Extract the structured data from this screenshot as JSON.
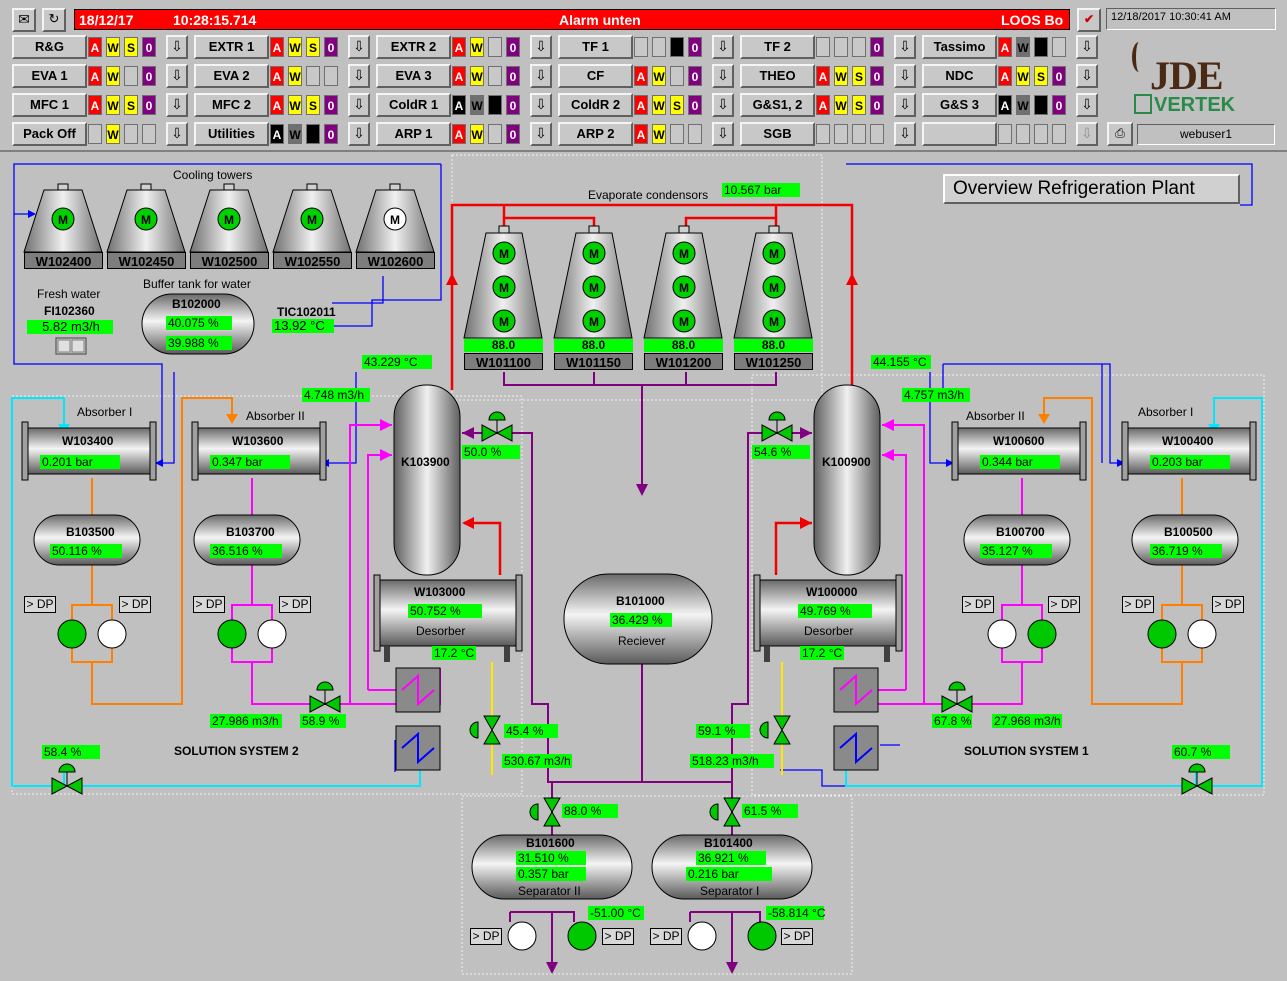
{
  "header": {
    "date": "18/12/17",
    "time": "10:28:15.714",
    "alarm_text": "Alarm unten",
    "alarm_source": "LOOS Bo",
    "clock": "12/18/2017 10:30:41 AM",
    "user": "webuser1",
    "icons": [
      "app-icon",
      "window-icon",
      "acknowledge-icon",
      "print-icon"
    ]
  },
  "groups": [
    [
      {
        "name": "R&G",
        "lamps": "AWSO"
      },
      {
        "name": "EXTR 1",
        "lamps": "AWSO"
      },
      {
        "name": "EXTR 2",
        "lamps": "AW_O"
      },
      {
        "name": "TF 1",
        "lamps": "__AO"
      },
      {
        "name": "TF 2",
        "lamps": "___O"
      },
      {
        "name": "Tassimo",
        "lamps": "AWA_"
      }
    ],
    [
      {
        "name": "EVA 1",
        "lamps": "AW_O"
      },
      {
        "name": "EVA 2",
        "lamps": "AW__"
      },
      {
        "name": "EVA 3",
        "lamps": "AW_O"
      },
      {
        "name": "CF",
        "lamps": "AW_O"
      },
      {
        "name": "THEO",
        "lamps": "AWSO"
      },
      {
        "name": "NDC",
        "lamps": "AWSO"
      }
    ],
    [
      {
        "name": "MFC 1",
        "lamps": "AWSO"
      },
      {
        "name": "MFC 2",
        "lamps": "AWSO"
      },
      {
        "name": "ColdR 1",
        "lamps": "AWAO"
      },
      {
        "name": "ColdR 2",
        "lamps": "AWSO"
      },
      {
        "name": "G&S1, 2",
        "lamps": "AWSO"
      },
      {
        "name": "G&S 3",
        "lamps": "AWAO"
      }
    ],
    [
      {
        "name": "Pack Off",
        "lamps": "_W__"
      },
      {
        "name": "Utilities",
        "lamps": "AWAO"
      },
      {
        "name": "ARP 1",
        "lamps": "AW_O"
      },
      {
        "name": "ARP 2",
        "lamps": "AW__"
      },
      {
        "name": "SGB",
        "lamps": "____"
      }
    ]
  ],
  "lamp_letters": {
    "A": "A",
    "W": "W",
    "S": "S",
    "O": "0"
  },
  "logo": {
    "brand": "JDE",
    "sub": "VERTEK"
  },
  "title": "Overview Refrigeration Plant",
  "labels": {
    "cooling_towers": "Cooling towers",
    "evap_condensors": "Evaporate condensors",
    "fresh_water": "Fresh water",
    "buffer_tank": "Buffer tank for water",
    "absorber1": "Absorber I",
    "absorber2": "Absorber II",
    "desorber": "Desorber",
    "reciever": "Reciever",
    "sep1": "Separator I",
    "sep2": "Separator II",
    "sol1": "SOLUTION SYSTEM 1",
    "sol2": "SOLUTION SYSTEM 2",
    "dp": "> DP",
    "motor": "M"
  },
  "cooling_towers": [
    "W102400",
    "W102450",
    "W102500",
    "W102550",
    "W102600"
  ],
  "evap_condensors": [
    {
      "tag": "W101100",
      "value": "88.0"
    },
    {
      "tag": "W101150",
      "value": "88.0"
    },
    {
      "tag": "W101200",
      "value": "88.0"
    },
    {
      "tag": "W101250",
      "value": "88.0"
    }
  ],
  "tags": {
    "fi102360": "FI102360",
    "fi102360_val": "5.82 m3/h",
    "b102000": "B102000",
    "b102000_v1": "40.075  %",
    "b102000_v2": "39.988  %",
    "tic102011": "TIC102011",
    "tic102011_val": "13.92 °C",
    "cond_pressure": "10.567 bar",
    "t_left": "43.229 °C",
    "t_right": "44.155 °C",
    "flow_left": "4.748  m3/h",
    "flow_right": "4.757  m3/h",
    "w103400": "W103400",
    "w103400_val": "0.201  bar",
    "w103600": "W103600",
    "w103600_val": "0.347  bar",
    "w100600": "W100600",
    "w100600_val": "0.344  bar",
    "w100400": "W100400",
    "w100400_val": "0.203  bar",
    "k103900": "K103900",
    "k100900": "K100900",
    "valve_k1039": "50.0   %",
    "valve_k1009": "54.6   %",
    "b103500": "B103500",
    "b103500_val": "50.116  %",
    "b103700": "B103700",
    "b103700_val": "36.516  %",
    "b100700": "B100700",
    "b100700_val": "35.127  %",
    "b100500": "B100500",
    "b100500_val": "36.719  %",
    "w103000": "W103000",
    "w103000_val": "50.752 %",
    "w100000": "W100000",
    "w100000_val": "49.769 %",
    "b101000": "B101000",
    "b101000_val": "36.429 %",
    "t_des_left": "17.2 °C",
    "t_des_right": "17.2 °C",
    "flow_sol2": "27.986 m3/h",
    "valve_sol2": "58.9 %",
    "flow_sol1": "27.968 m3/h",
    "valve_sol1": "67.8 %",
    "valve_cw2": "58.4    %",
    "valve_cw1": "60.7    %",
    "valve_left2": "45.4    %",
    "flow_left2": "530.67 m3/h",
    "valve_right2": "59.1    %",
    "flow_right2": "518.23   m3/h",
    "valve_sep2": "88.0    %",
    "valve_sep1": "61.5    %",
    "b101600": "B101600",
    "b101600_v1": "31.510 %",
    "b101600_v2": "0.357   bar",
    "b101400": "B101400",
    "b101400_v1": "36.921 %",
    "b101400_v2": "0.216   bar",
    "t_sep2": "-51.00 °C",
    "t_sep1": "-58.814 °C"
  },
  "colors": {
    "alarm": "#ff0000",
    "value_bg": "#00ff00",
    "ammonia_hot": "#ff0000",
    "solution": "#ff00ff",
    "purple": "#800080",
    "orange": "#ff8000",
    "water": "#00ffff",
    "cooling": "#0000ff",
    "lamp_A": "#ff0000",
    "lamp_W": "#ffff00",
    "lamp_S": "#ffff00",
    "lamp_O": "#800080"
  }
}
